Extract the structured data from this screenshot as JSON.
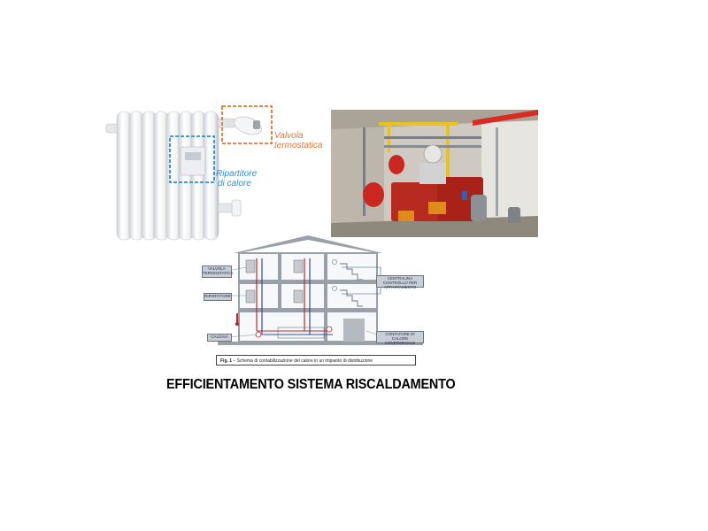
{
  "radiator": {
    "valve_label_line1": "Valvola",
    "valve_label_line2": "termostatica",
    "distributor_label_line1": "Ripartitore",
    "distributor_label_line2": "di calore",
    "valve_color": "#e2772e",
    "distributor_color": "#2e8fcf"
  },
  "diagram": {
    "labels": {
      "thermostatic_valve": "VALVOLA TERMOSTATICA",
      "distributor": "RIPARTITORE",
      "boiler": "CALDAIA",
      "apartment_control_unit": "CENTRALINA CONTROLLO PER APPARTAMENTO",
      "condominium_heat_meter": "CONTATORE DI CALORE CONDOMINIALE"
    },
    "caption_prefix": "Fig. 1",
    "caption_text": " – Schema di contabilizzazione del calore in un impianto di distribuzione"
  },
  "title": "EFFICIENTAMENTO SISTEMA RISCALDAMENTO"
}
